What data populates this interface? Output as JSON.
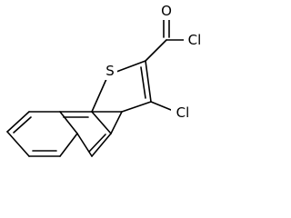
{
  "molecule": {
    "atoms": {
      "s": "S",
      "o": "O",
      "cl_acyl": "Cl",
      "cl_ring": "Cl"
    }
  }
}
